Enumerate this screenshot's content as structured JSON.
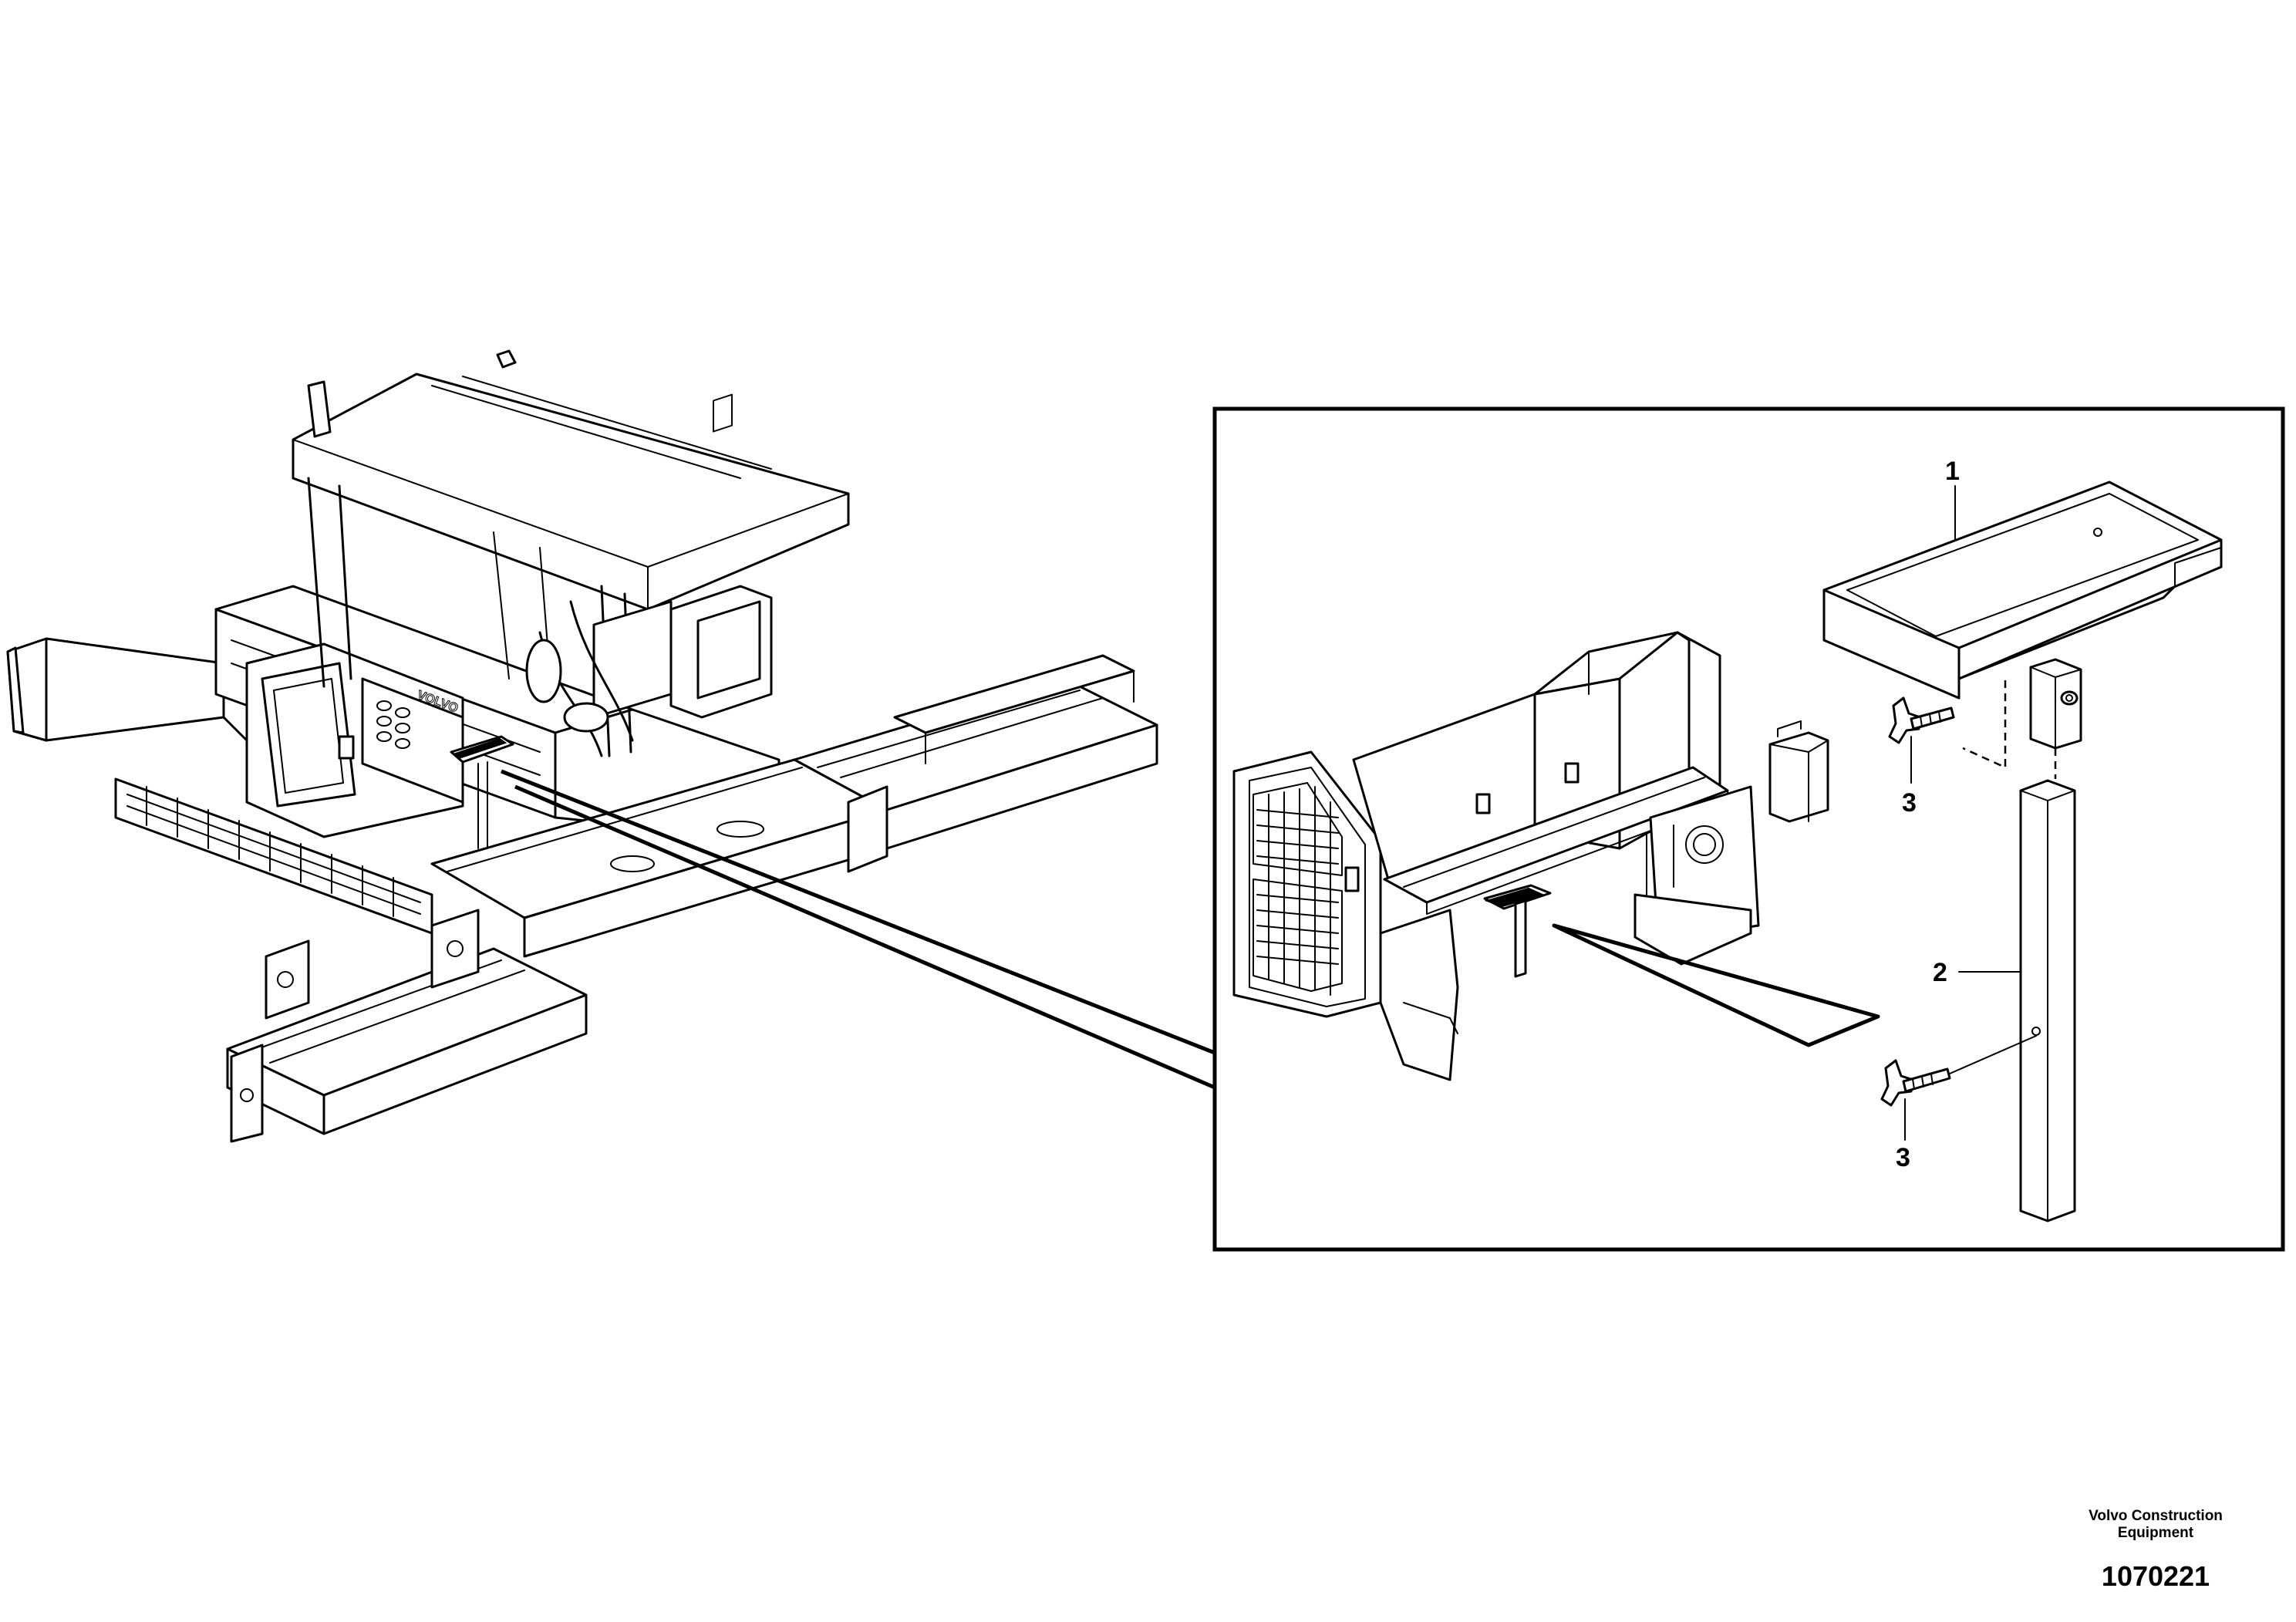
{
  "callouts": [
    {
      "id": "1",
      "label": "1"
    },
    {
      "id": "2",
      "label": "2"
    },
    {
      "id": "3a",
      "label": "3"
    },
    {
      "id": "3b",
      "label": "3"
    }
  ],
  "machine_badge": "VOLVO",
  "footer": {
    "company": "Volvo Construction Equipment",
    "drawing_number": "1070221"
  }
}
